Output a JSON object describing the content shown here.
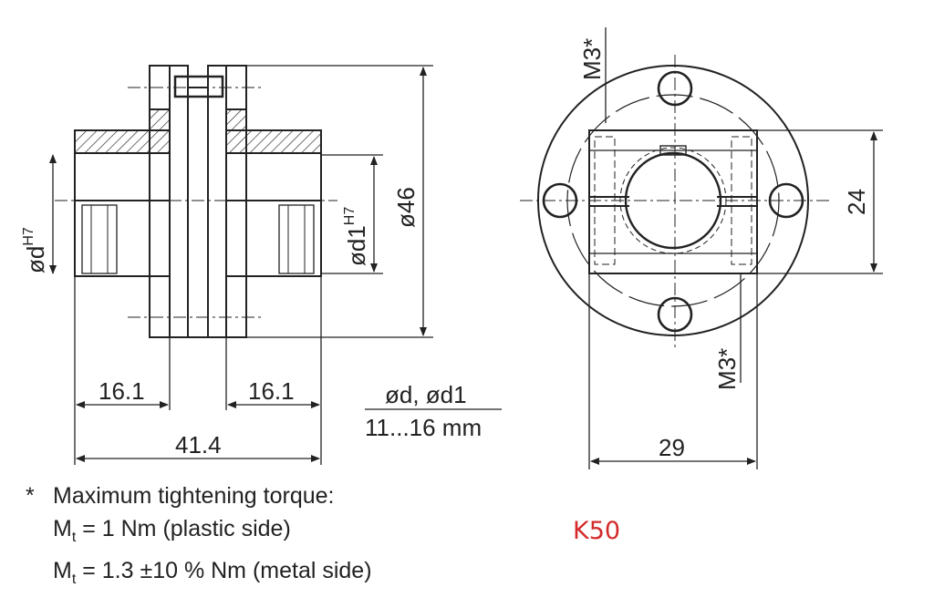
{
  "drawing": {
    "front_view": {
      "bore_left_label": "ød",
      "bore_left_tol": "H7",
      "bore_right_label": "ød1",
      "bore_right_tol": "H7",
      "outer_diameter": "ø46",
      "hub_left_length": "16.1",
      "hub_right_length": "16.1",
      "total_length": "41.4"
    },
    "bore_range": {
      "label": "ød, ød1",
      "value": "11...16 mm"
    },
    "side_view": {
      "screw_top": "M3*",
      "screw_bottom": "M3*",
      "clamp_height": "24",
      "clamp_width": "29"
    }
  },
  "footnote": {
    "star": "*",
    "line1": "Maximum tightening torque:",
    "m_symbol": "M",
    "m_sub": "t",
    "line2_rest": " = 1 Nm (plastic side)",
    "line3_rest": " = 1.3 ±10 % Nm (metal side)"
  },
  "model_label": "K50",
  "colors": {
    "line": "#222222",
    "model_label": "#d42a2a"
  }
}
